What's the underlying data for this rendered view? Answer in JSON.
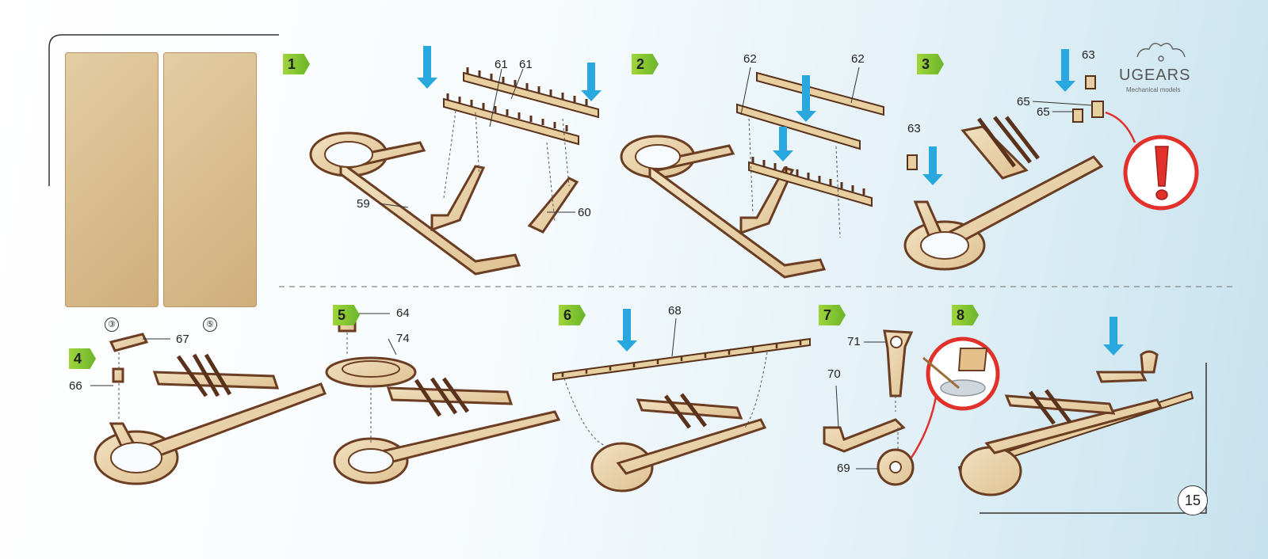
{
  "brand": {
    "name": "UGEARS",
    "tagline": "Mechanical models"
  },
  "page_number": "15",
  "sheets": [
    {
      "number": "③"
    },
    {
      "number": "⑤"
    }
  ],
  "steps": [
    {
      "number": "1",
      "parts": [
        "61",
        "61",
        "59",
        "60"
      ]
    },
    {
      "number": "2",
      "parts": [
        "62",
        "62"
      ]
    },
    {
      "number": "3",
      "parts": [
        "63",
        "65",
        "65",
        "63"
      ]
    },
    {
      "number": "4",
      "parts": [
        "67",
        "66"
      ]
    },
    {
      "number": "5",
      "parts": [
        "64",
        "74"
      ]
    },
    {
      "number": "6",
      "parts": [
        "68"
      ]
    },
    {
      "number": "7",
      "parts": [
        "71",
        "70",
        "69"
      ]
    },
    {
      "number": "8",
      "parts": []
    }
  ],
  "colors": {
    "step_badge": "#7cc02f",
    "arrow": "#29a8e0",
    "warning": "#e2312b",
    "wood_face": "#ecd7b0",
    "wood_edge": "#6b3d22"
  },
  "icons": [
    "ugears-gear-logo-icon",
    "warning-exclamation-icon",
    "glue-hint-icon",
    "blue-down-arrow-icon"
  ]
}
